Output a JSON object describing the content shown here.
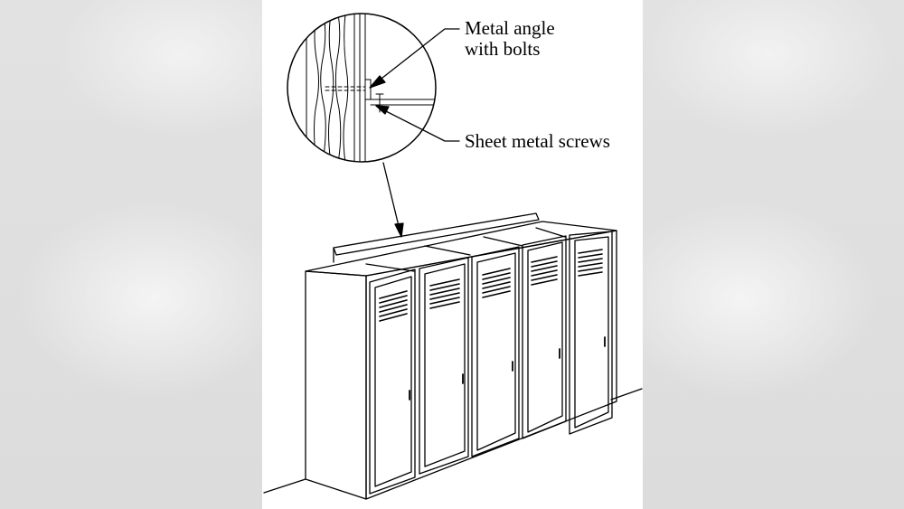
{
  "labels": {
    "metal_angle_line1": "Metal angle",
    "metal_angle_line2": "with bolts",
    "sheet_metal_screws": "Sheet metal screws"
  },
  "colors": {
    "background": "#d9d9d9",
    "panel": "#ffffff",
    "ink": "#000000"
  },
  "lockers": {
    "count": 5,
    "vent_slats_per_door": 6
  }
}
